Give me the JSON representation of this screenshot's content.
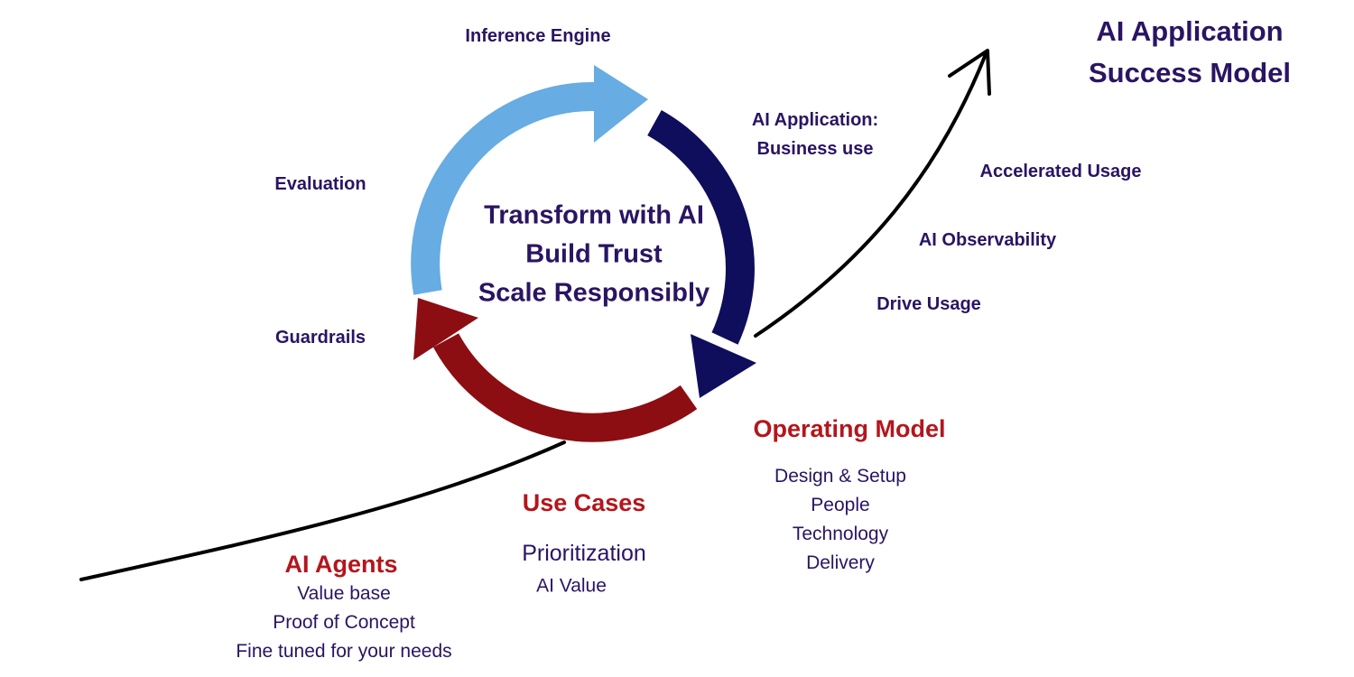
{
  "title": {
    "line1": "AI Application",
    "line2": "Success Model"
  },
  "center": {
    "line1": "Transform with AI",
    "line2": "Build Trust",
    "line3": "Scale Responsibly"
  },
  "cycle_labels": {
    "inference_engine": "Inference Engine",
    "business_use_line1": "AI Application:",
    "business_use_line2": "Business use",
    "evaluation": "Evaluation",
    "guardrails": "Guardrails"
  },
  "growth_labels": {
    "accelerated_usage": "Accelerated Usage",
    "ai_observability": "AI Observability",
    "drive_usage": "Drive Usage"
  },
  "operating_model": {
    "heading": "Operating Model",
    "items": [
      "Design & Setup",
      "People",
      "Technology",
      "Delivery"
    ]
  },
  "use_cases": {
    "heading": "Use Cases",
    "items": [
      "Prioritization",
      "AI Value"
    ]
  },
  "ai_agents": {
    "heading": "AI Agents",
    "items": [
      "Value base",
      "Proof of Concept",
      "Fine tuned for your needs"
    ]
  },
  "colors": {
    "light_blue_arrow": "#67ace2",
    "navy_arrow": "#0e0e5c",
    "dark_red_arrow": "#8c0e12",
    "heading_red": "#b3161c",
    "label_purple": "#2a1463",
    "growth_line": "#000000"
  }
}
